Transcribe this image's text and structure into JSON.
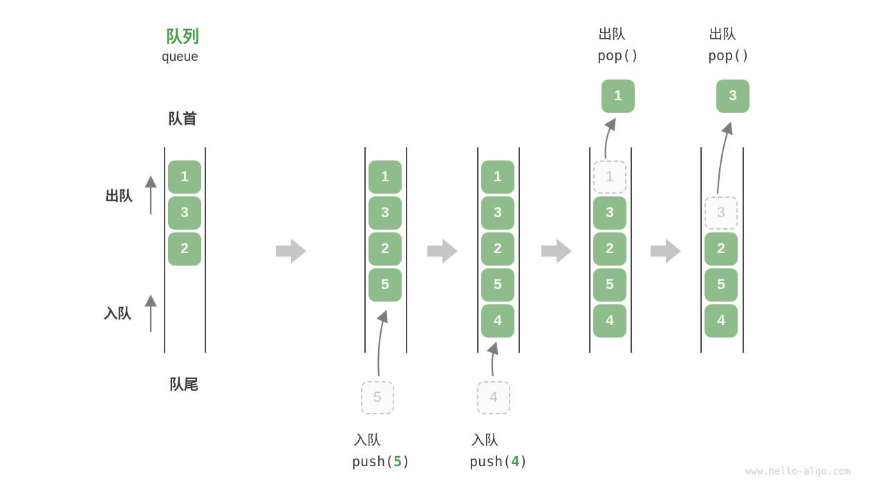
{
  "watermark": "www.hello-algo.com",
  "palette": {
    "green_box": "#8ebd8b",
    "green_accent": "#3fa143",
    "text_dark": "#3b3b3b",
    "thin_arrow_gray": "#7d7d7d",
    "block_arrow_gray": "#c6c6c6",
    "ghost_border": "#c9c9c9",
    "ghost_text": "#c3c3c3"
  },
  "legend": {
    "title_zh": "队列",
    "title_en": "queue",
    "front_label": "队首",
    "rear_label": "队尾",
    "side_dequeue": "出队",
    "side_enqueue": "入队"
  },
  "operations": {
    "push5": {
      "label": "入队",
      "code_prefix": "push(",
      "arg": "5",
      "code_suffix": ")"
    },
    "push4": {
      "label": "入队",
      "code_prefix": "push(",
      "arg": "4",
      "code_suffix": ")"
    },
    "pop1": {
      "label": "出队",
      "code": "pop()"
    },
    "pop2": {
      "label": "出队",
      "code": "pop()"
    }
  },
  "queues": {
    "q1": {
      "slots": [
        "1",
        "3",
        "2"
      ]
    },
    "q2": {
      "slots": [
        "1",
        "3",
        "2",
        "5"
      ],
      "incoming": "5"
    },
    "q3": {
      "slots": [
        "1",
        "3",
        "2",
        "5",
        "4"
      ],
      "incoming": "4"
    },
    "q4": {
      "ghost": "1",
      "slots": [
        "3",
        "2",
        "5",
        "4"
      ],
      "popped": "1"
    },
    "q5": {
      "ghost": "3",
      "slots": [
        "2",
        "5",
        "4"
      ],
      "popped": "3"
    }
  }
}
